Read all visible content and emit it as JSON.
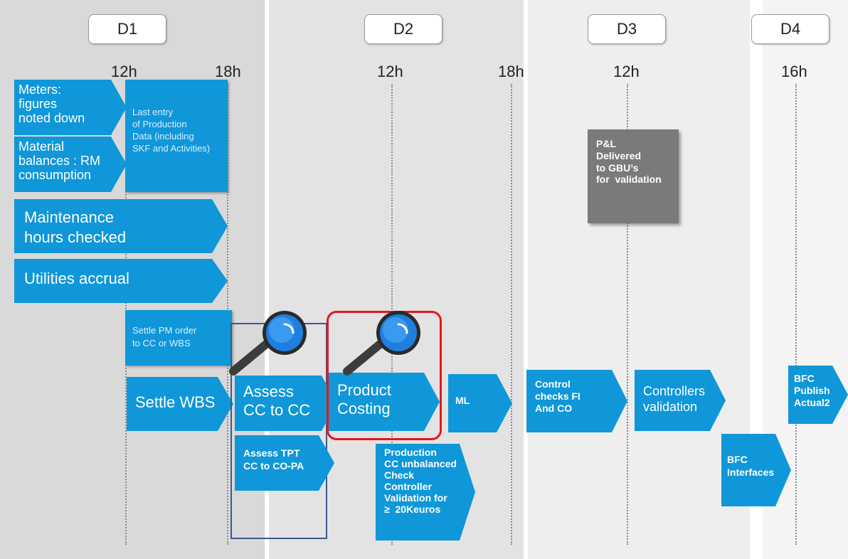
{
  "days": [
    {
      "label": "D1"
    },
    {
      "label": "D2"
    },
    {
      "label": "D3"
    },
    {
      "label": "D4"
    }
  ],
  "times": [
    {
      "label": "12h"
    },
    {
      "label": "18h"
    },
    {
      "label": "12h"
    },
    {
      "label": "18h"
    },
    {
      "label": "12h"
    },
    {
      "label": "16h"
    }
  ],
  "tasks": {
    "meters": "Meters:\nfigures\nnoted down",
    "material": "Material\nbalances : RM\nconsumption",
    "last_entry": "Last entry\nof Production\nData (including\nSKF and Activities)",
    "maintenance": "Maintenance\nhours checked",
    "utilities": "Utilities accrual",
    "settle_pm": "Settle PM order\nto CC or WBS",
    "settle_wbs": "Settle WBS",
    "assess_cc": "Assess\nCC to CC",
    "assess_tpt": "Assess TPT\nCC to CO-PA",
    "product_costing": "Product\nCosting",
    "ml": "ML",
    "production_cc": "Production\nCC unbalanced\nCheck\nController\nValidation for\n≥  20Keuros",
    "pl_delivered": "P&L\nDelivered\nto GBU’s\nfor  validation",
    "control_checks": "Control\nchecks FI\nAnd CO",
    "controllers_validation": "Controllers\nvalidation",
    "bfc_interfaces": "BFC\nInterfaces",
    "bfc_publish": "BFC\nPublish\nActual2"
  },
  "colors": {
    "task_blue": "#0f97d9",
    "highlight_red": "#e8151b",
    "pl_grey": "#7a7a7a",
    "frame_navy": "#3a5a8c"
  }
}
